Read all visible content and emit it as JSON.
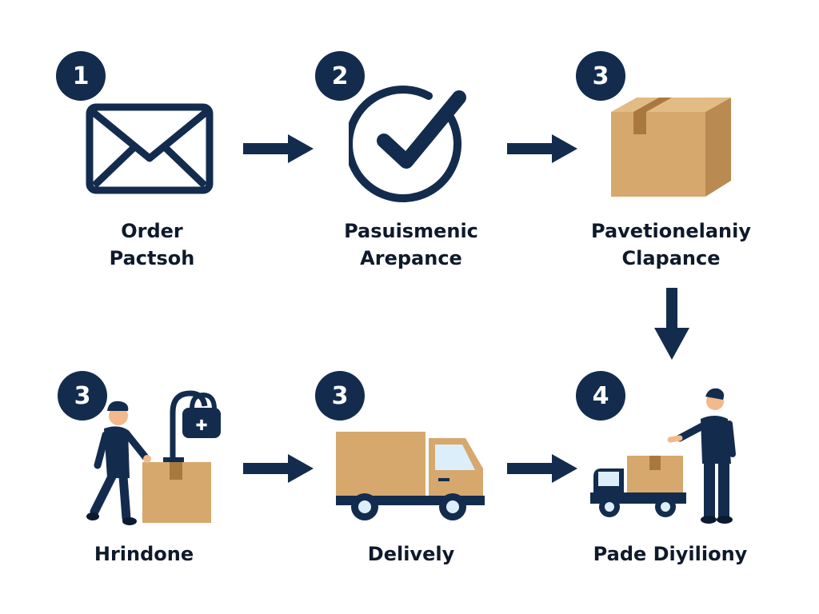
{
  "colors": {
    "navy": "#132c4e",
    "cardboard": "#d6a86e",
    "cardboard_dark": "#b98a52",
    "tape": "#a97840",
    "skin": "#f2b98c",
    "window": "#dbeefa",
    "text": "#0e1a2b",
    "background": "#ffffff"
  },
  "steps": [
    {
      "badge": "1",
      "line1": "Order",
      "line2": "Pactsoh",
      "icon": "envelope-icon"
    },
    {
      "badge": "2",
      "line1": "Pasuismenic",
      "line2": "Arepance",
      "icon": "check-circle-icon"
    },
    {
      "badge": "3",
      "line1": "Pavetionelaniy",
      "line2": "Clapance",
      "icon": "box-icon"
    },
    {
      "badge": "3",
      "line1": "Hrindone",
      "line2": "",
      "icon": "worker-with-box-icon"
    },
    {
      "badge": "3",
      "line1": "Delively",
      "line2": "",
      "icon": "delivery-truck-icon"
    },
    {
      "badge": "4",
      "line1": "Pade Diyiliony",
      "line2": "",
      "icon": "handover-icon"
    }
  ]
}
